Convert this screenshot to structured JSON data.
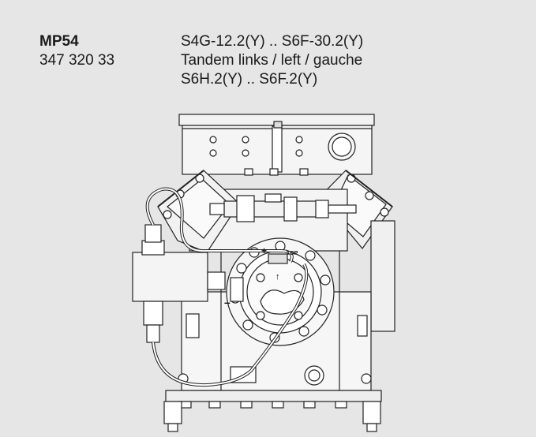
{
  "header": {
    "model": "MP54",
    "part_number": "347 320 33",
    "compressor_range": "S4G-12.2(Y) .. S6F-30.2(Y)",
    "configuration": "Tandem links / left / gauche",
    "secondary_range": "S6H.2(Y) .. S6F.2(Y)"
  },
  "drawing": {
    "label_top": "TOP",
    "label_plus": "+",
    "label_minus": "–",
    "arrow_up": "↑"
  }
}
